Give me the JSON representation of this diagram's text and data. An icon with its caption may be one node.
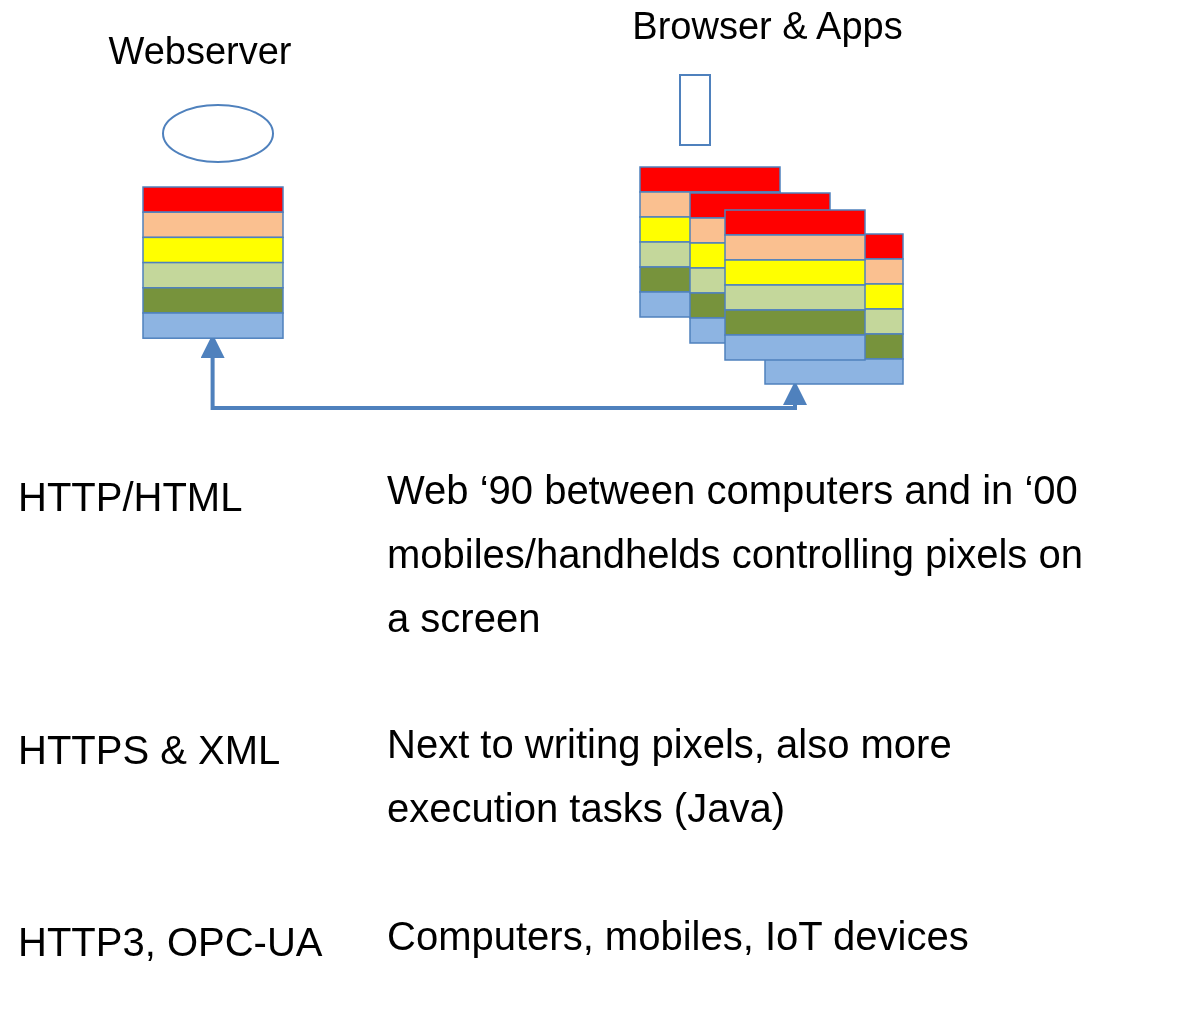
{
  "diagram": {
    "nodes": [
      {
        "text": [
          "Webserver"
        ]
      },
      {
        "text": [
          "Browser & Apps"
        ]
      }
    ],
    "edges": [
      {
        "from": 1,
        "to": 0,
        "arrow": "both"
      }
    ],
    "labels": [
      "HTTP/HTML",
      "Web ‘90 between computers and in ‘00 mobiles/handhelds controlling pixels on a screen",
      "HTTPS & XML",
      "Next to writing pixels, also more execution tasks (Java)",
      "HTTP3, OPC-UA",
      "Computers, mobiles, IoT devices"
    ]
  }
}
